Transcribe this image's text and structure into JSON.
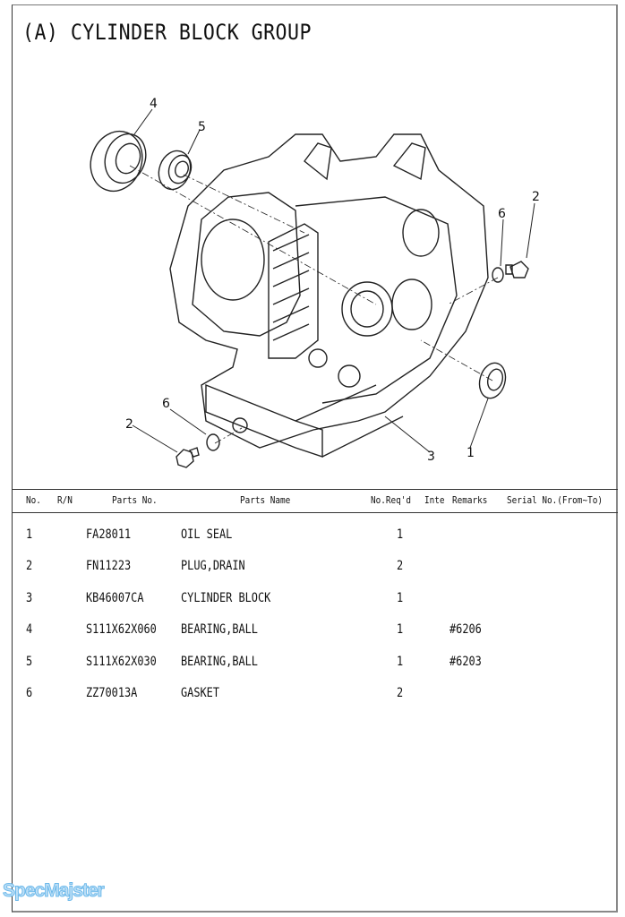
{
  "title": "(A) CYLINDER BLOCK GROUP",
  "diagram": {
    "callouts": [
      "4",
      "5",
      "6",
      "2",
      "2",
      "6",
      "3",
      "1"
    ]
  },
  "table": {
    "headers": [
      "No.",
      "R/N",
      "Parts No.",
      "Parts Name",
      "No.Req'd",
      "Inte",
      "Remarks",
      "Serial No.(From~To)"
    ],
    "rows": [
      {
        "no": "1",
        "rn": "",
        "part_no": "FA28011",
        "name": "OIL SEAL",
        "req": "1",
        "inte": "",
        "remarks": "",
        "serial": ""
      },
      {
        "no": "2",
        "rn": "",
        "part_no": "FN11223",
        "name": "PLUG,DRAIN",
        "req": "2",
        "inte": "",
        "remarks": "",
        "serial": ""
      },
      {
        "no": "3",
        "rn": "",
        "part_no": "KB46007CA",
        "name": "CYLINDER BLOCK",
        "req": "1",
        "inte": "",
        "remarks": "",
        "serial": ""
      },
      {
        "no": "4",
        "rn": "",
        "part_no": "S111X62X060",
        "name": "BEARING,BALL",
        "req": "1",
        "inte": "",
        "remarks": "#6206",
        "serial": ""
      },
      {
        "no": "5",
        "rn": "",
        "part_no": "S111X62X030",
        "name": "BEARING,BALL",
        "req": "1",
        "inte": "",
        "remarks": "#6203",
        "serial": ""
      },
      {
        "no": "6",
        "rn": "",
        "part_no": "ZZ70013A",
        "name": "GASKET",
        "req": "2",
        "inte": "",
        "remarks": "",
        "serial": ""
      }
    ]
  },
  "watermark": "SpecMajster"
}
